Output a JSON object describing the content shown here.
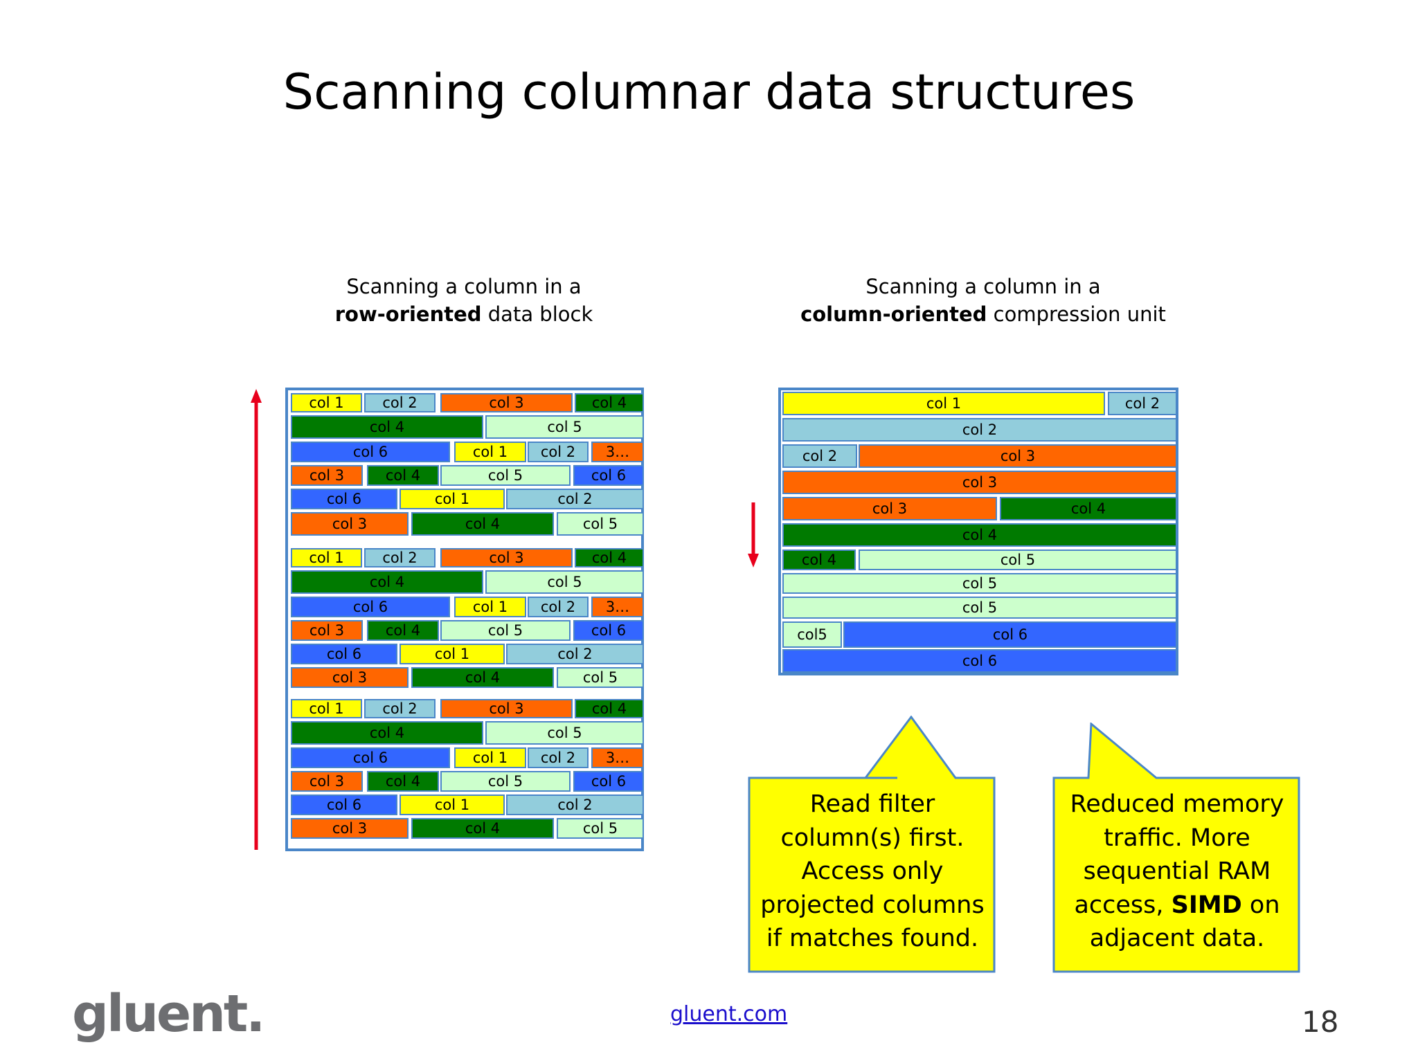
{
  "title": "Scanning columnar data structures",
  "left_panel": {
    "subtitle_line1": "Scanning a column in a",
    "subtitle_bold": "row-oriented",
    "subtitle_rest": " data block"
  },
  "right_panel": {
    "subtitle_line1": "Scanning a column in a",
    "subtitle_bold": "column-oriented",
    "subtitle_rest": " compression unit"
  },
  "colors": {
    "col1": "#ffff00",
    "col2": "#92cddc",
    "col3": "#ff6600",
    "col4": "#007a00",
    "col5": "#ccffcc",
    "col6": "#3366ff",
    "arrow": "#e8001c",
    "callout_fill": "#ffff00",
    "callout_border": "#4a86c8"
  },
  "callouts": [
    {
      "lines": [
        "Read filter",
        "column(s)  first.",
        "Access only",
        "projected columns",
        "if matches found."
      ]
    },
    {
      "lines": [
        "Reduced memory",
        "traffic. More",
        "sequential  RAM",
        "access, ",
        "adjacent data."
      ],
      "bold": "SIMD",
      "after_bold": " on"
    }
  ],
  "footer": {
    "logo": "gluent.",
    "link": "gluent.com",
    "page_number": "18"
  }
}
